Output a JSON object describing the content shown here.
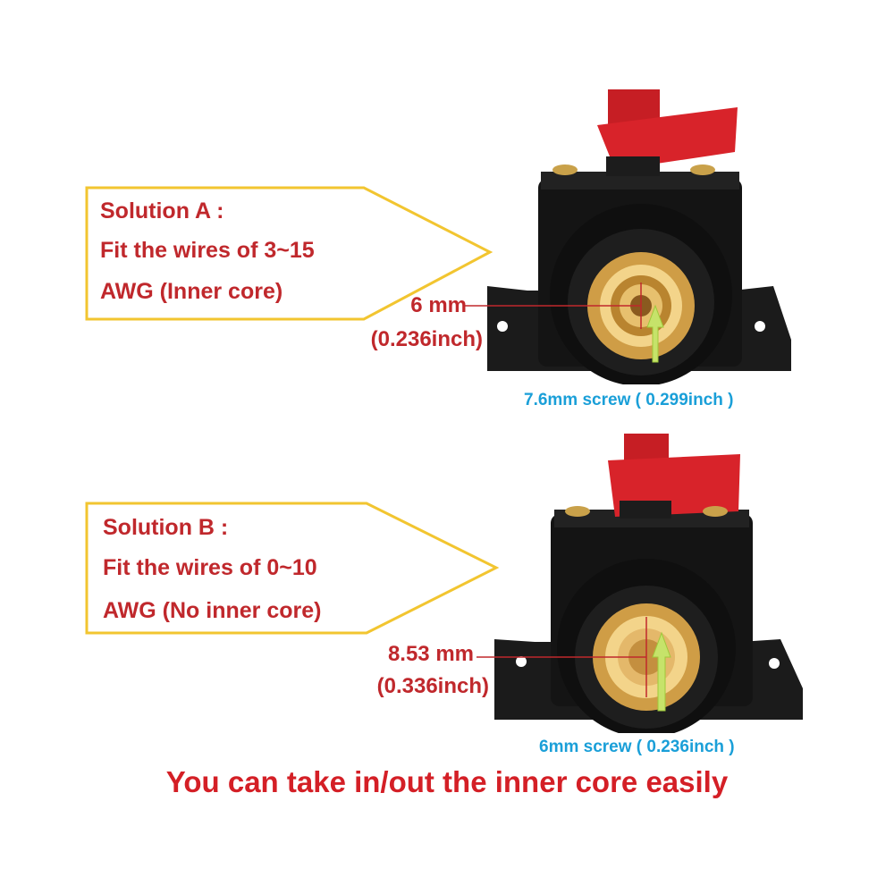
{
  "solution_a": {
    "title": "Solution A :",
    "line1": "Fit  the wires of  3~15",
    "line2": "AWG  (Inner core)",
    "dimension_mm": "6 mm",
    "dimension_inch": "(0.236inch)",
    "screw_label": "7.6mm screw ( 0.299inch )"
  },
  "solution_b": {
    "title": "Solution B :",
    "line1": "Fit  the wires of  0~10",
    "line2": "AWG  (No inner core)",
    "dimension_mm": "8.53 mm",
    "dimension_inch": "(0.336inch)",
    "screw_label": "6mm screw ( 0.236inch )"
  },
  "footer_note": "You can take in/out the inner core easily",
  "colors": {
    "callout_border": "#f2c530",
    "text_red": "#c0282c",
    "screw_blue": "#1a9fd8",
    "arrow_green": "#c6e36a",
    "switch_red": "#d8232a"
  }
}
